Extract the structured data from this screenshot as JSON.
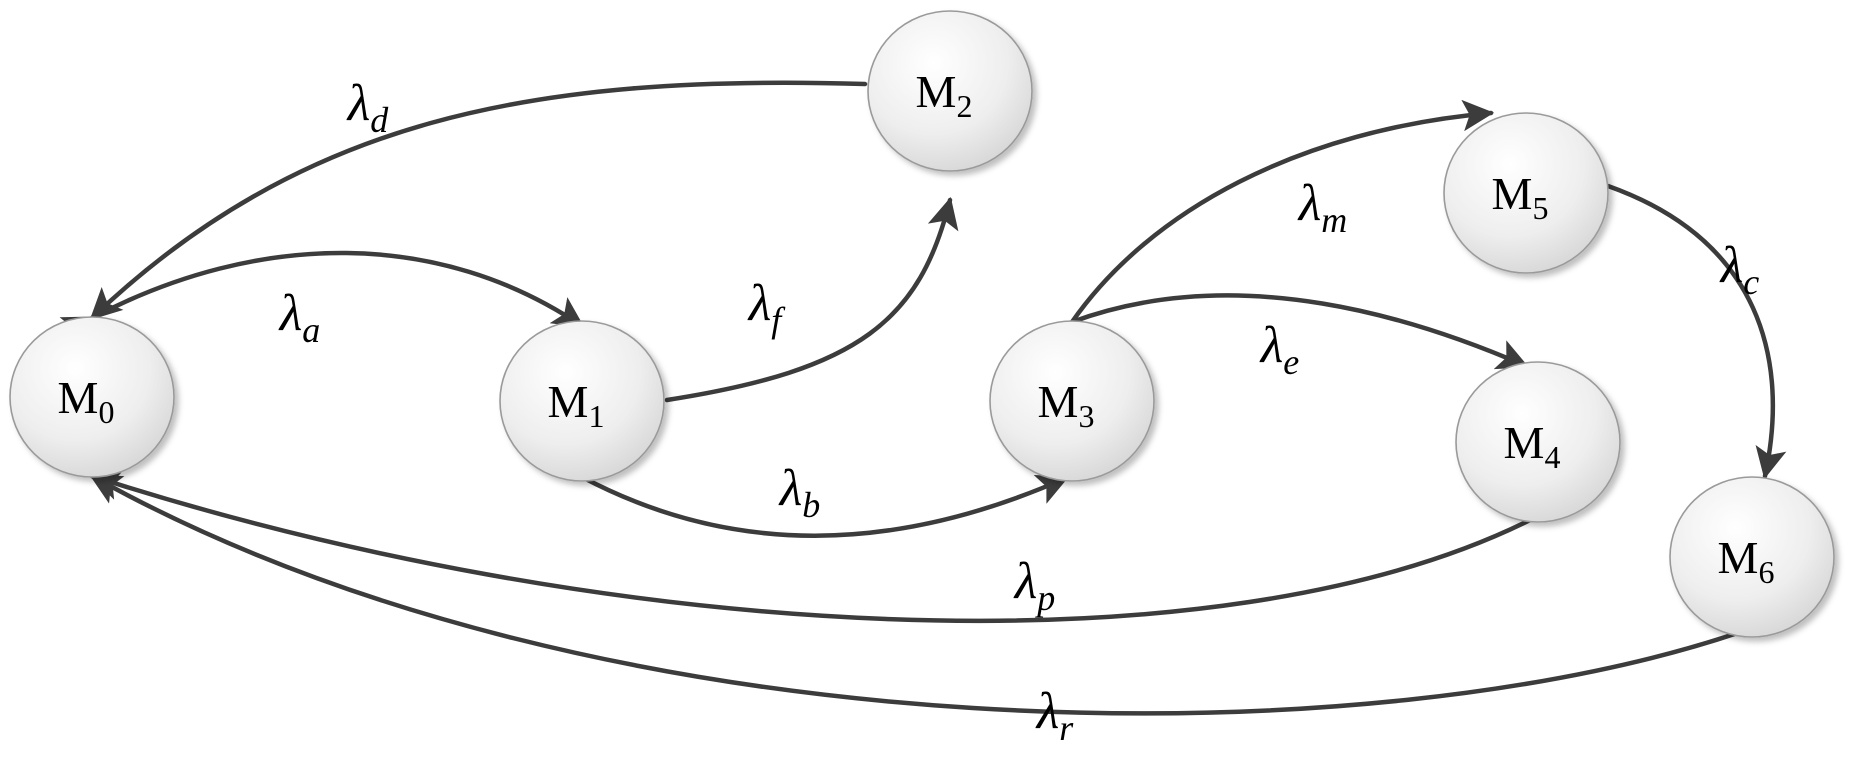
{
  "diagram": {
    "nodes": [
      {
        "id": "M0",
        "letter": "M",
        "sub": "0"
      },
      {
        "id": "M1",
        "letter": "M",
        "sub": "1"
      },
      {
        "id": "M2",
        "letter": "M",
        "sub": "2"
      },
      {
        "id": "M3",
        "letter": "M",
        "sub": "3"
      },
      {
        "id": "M4",
        "letter": "M",
        "sub": "4"
      },
      {
        "id": "M5",
        "letter": "M",
        "sub": "5"
      },
      {
        "id": "M6",
        "letter": "M",
        "sub": "6"
      }
    ],
    "edges": [
      {
        "id": "a",
        "from": "M0",
        "to": "M1",
        "symbol": "λ",
        "sub": "a"
      },
      {
        "id": "d",
        "from": "M2",
        "to": "M0",
        "symbol": "λ",
        "sub": "d"
      },
      {
        "id": "f",
        "from": "M1",
        "to": "M2",
        "symbol": "λ",
        "sub": "f"
      },
      {
        "id": "b",
        "from": "M1",
        "to": "M3",
        "symbol": "λ",
        "sub": "b"
      },
      {
        "id": "m",
        "from": "M3",
        "to": "M5",
        "symbol": "λ",
        "sub": "m"
      },
      {
        "id": "e",
        "from": "M3",
        "to": "M4",
        "symbol": "λ",
        "sub": "e"
      },
      {
        "id": "c",
        "from": "M5",
        "to": "M6",
        "symbol": "λ",
        "sub": "c"
      },
      {
        "id": "p",
        "from": "M4",
        "to": "M0",
        "symbol": "λ",
        "sub": "p"
      },
      {
        "id": "r",
        "from": "M6",
        "to": "M0",
        "symbol": "λ",
        "sub": "r"
      }
    ]
  }
}
